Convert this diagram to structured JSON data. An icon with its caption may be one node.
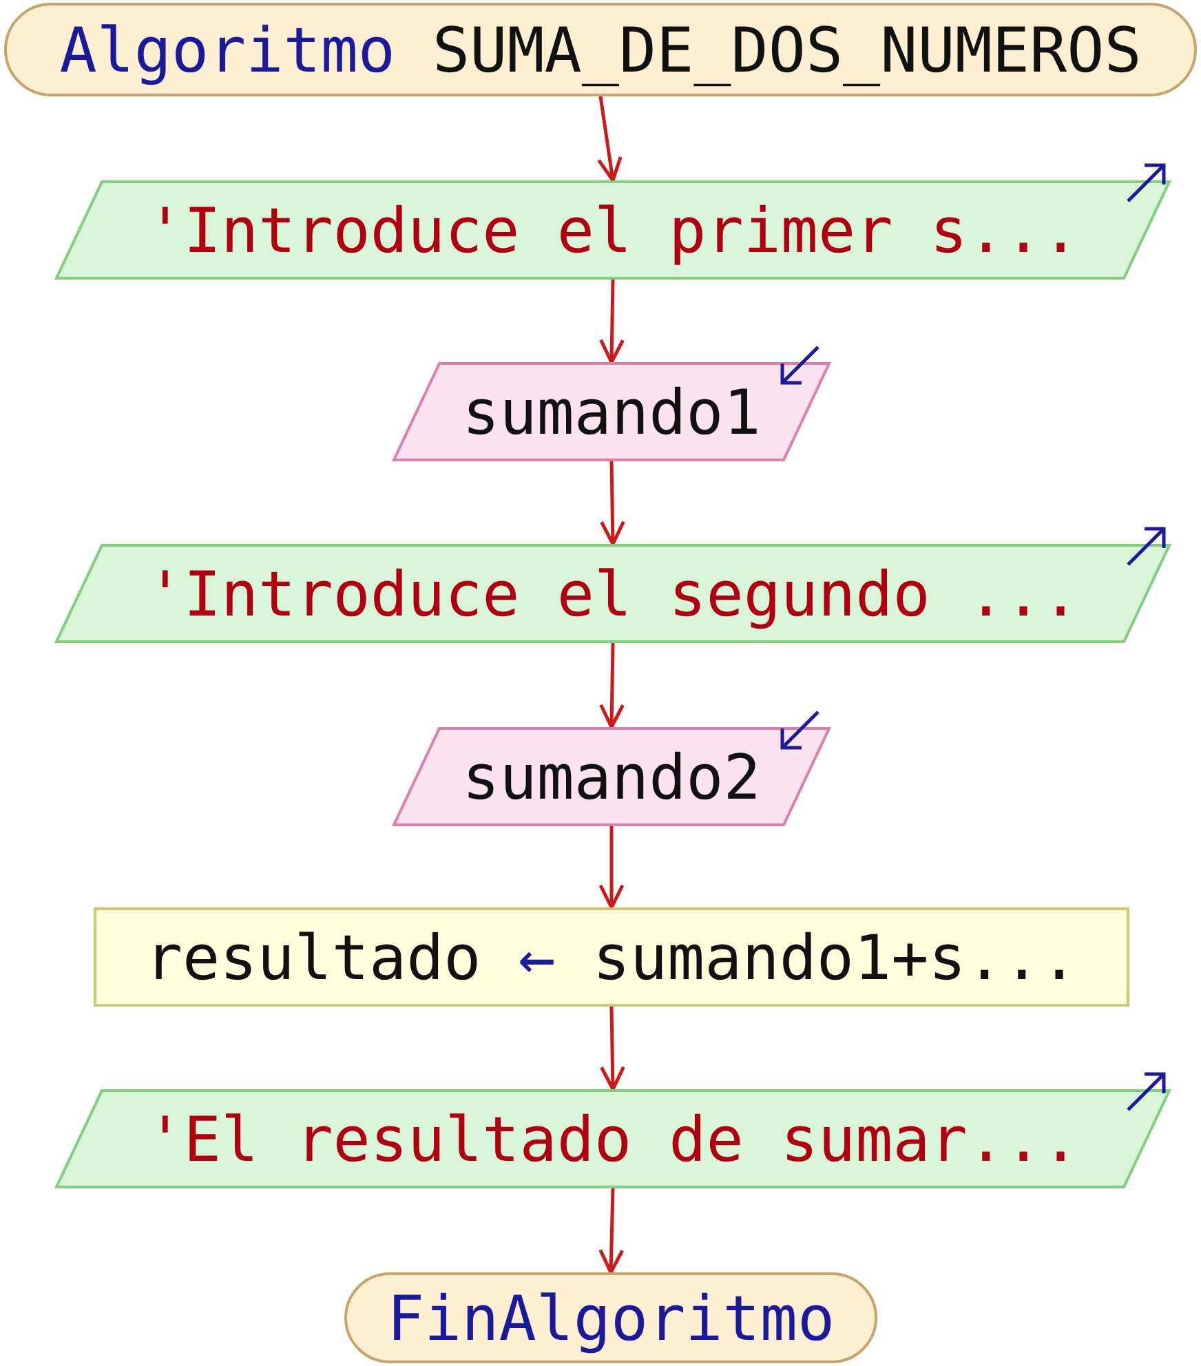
{
  "diagram": {
    "nodes": [
      {
        "text": [
          "Algoritmo",
          "SUMA_DE_DOS_NUMEROS"
        ]
      },
      {
        "text": [
          "'Introduce el primer s..."
        ]
      },
      {
        "text": [
          "sumando1"
        ]
      },
      {
        "text": [
          "'Introduce el segundo ..."
        ]
      },
      {
        "text": [
          "sumando2"
        ]
      },
      {
        "text": [
          "resultado",
          "←",
          "sumando1+s..."
        ]
      },
      {
        "text": [
          "'El resultado de sumar..."
        ]
      },
      {
        "text": [
          "FinAlgoritmo"
        ]
      }
    ],
    "edges": [
      {
        "from": 0,
        "to": 1,
        "arrow": "to"
      },
      {
        "from": 1,
        "to": 2,
        "arrow": "to"
      },
      {
        "from": 2,
        "to": 3,
        "arrow": "to"
      },
      {
        "from": 3,
        "to": 4,
        "arrow": "to"
      },
      {
        "from": 4,
        "to": 5,
        "arrow": "to"
      },
      {
        "from": 5,
        "to": 6,
        "arrow": "to"
      },
      {
        "from": 6,
        "to": 7,
        "arrow": "to"
      }
    ]
  }
}
